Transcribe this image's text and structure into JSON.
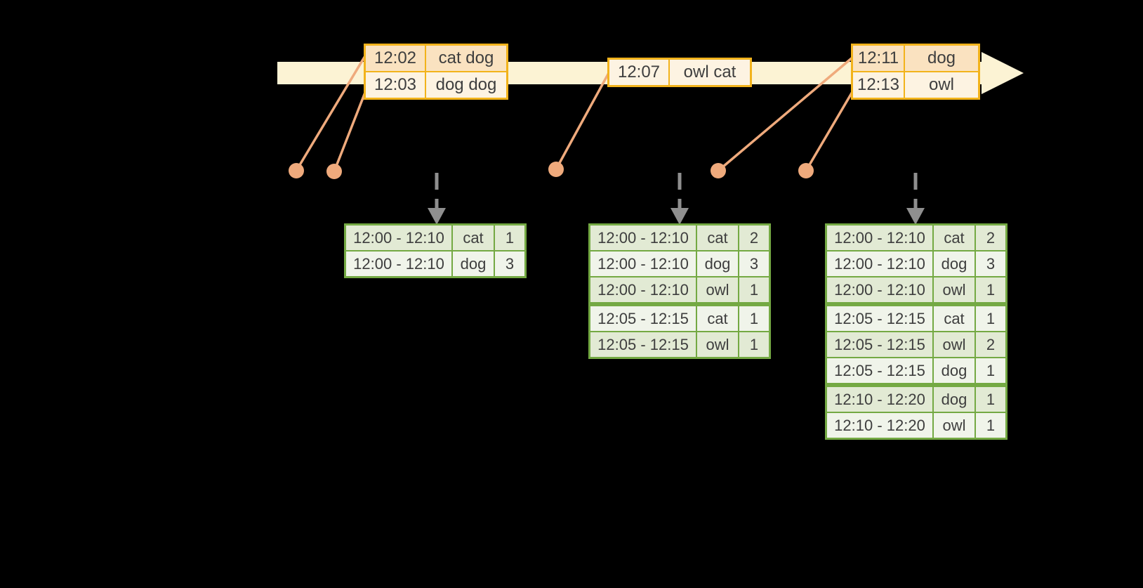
{
  "events": {
    "tables": [
      {
        "name": "input-batch-1",
        "rows": [
          {
            "time": "12:02",
            "words": "cat dog",
            "shade": "peach"
          },
          {
            "time": "12:03",
            "words": "dog dog",
            "shade": "cream"
          }
        ]
      },
      {
        "name": "input-batch-2",
        "rows": [
          {
            "time": "12:07",
            "words": "owl cat",
            "shade": "cream"
          }
        ]
      },
      {
        "name": "input-batch-3",
        "rows": [
          {
            "time": "12:11",
            "words": "dog",
            "shade": "peach"
          },
          {
            "time": "12:13",
            "words": "owl",
            "shade": "cream"
          }
        ]
      }
    ]
  },
  "results": {
    "tables": [
      {
        "name": "result-table-1",
        "group_breaks": [],
        "rows": [
          {
            "window": "12:00 - 12:10",
            "word": "cat",
            "count": "1"
          },
          {
            "window": "12:00 - 12:10",
            "word": "dog",
            "count": "3"
          }
        ]
      },
      {
        "name": "result-table-2",
        "group_breaks": [
          3
        ],
        "rows": [
          {
            "window": "12:00 - 12:10",
            "word": "cat",
            "count": "2"
          },
          {
            "window": "12:00 - 12:10",
            "word": "dog",
            "count": "3"
          },
          {
            "window": "12:00 - 12:10",
            "word": "owl",
            "count": "1"
          },
          {
            "window": "12:05 - 12:15",
            "word": "cat",
            "count": "1"
          },
          {
            "window": "12:05 - 12:15",
            "word": "owl",
            "count": "1"
          }
        ]
      },
      {
        "name": "result-table-3",
        "group_breaks": [
          3,
          6
        ],
        "rows": [
          {
            "window": "12:00 - 12:10",
            "word": "cat",
            "count": "2"
          },
          {
            "window": "12:00 - 12:10",
            "word": "dog",
            "count": "3"
          },
          {
            "window": "12:00 - 12:10",
            "word": "owl",
            "count": "1"
          },
          {
            "window": "12:05 - 12:15",
            "word": "cat",
            "count": "1"
          },
          {
            "window": "12:05 - 12:15",
            "word": "owl",
            "count": "2"
          },
          {
            "window": "12:05 - 12:15",
            "word": "dog",
            "count": "1"
          },
          {
            "window": "12:10 - 12:20",
            "word": "dog",
            "count": "1"
          },
          {
            "window": "12:10 - 12:20",
            "word": "owl",
            "count": "1"
          }
        ]
      }
    ]
  },
  "colors": {
    "background": "#000000",
    "timeline_band": "#fcf3d4",
    "event_border": "#f2b31c",
    "event_row_peach": "#fae2c0",
    "event_row_cream": "#fdf3e2",
    "connector": "#efaa7c",
    "dashed_arrow": "#8f8f8f",
    "result_border": "#74a943",
    "result_row_tint": "#e2ead4",
    "result_row_light": "#f0f4ea",
    "text": "#3e3e3e"
  }
}
